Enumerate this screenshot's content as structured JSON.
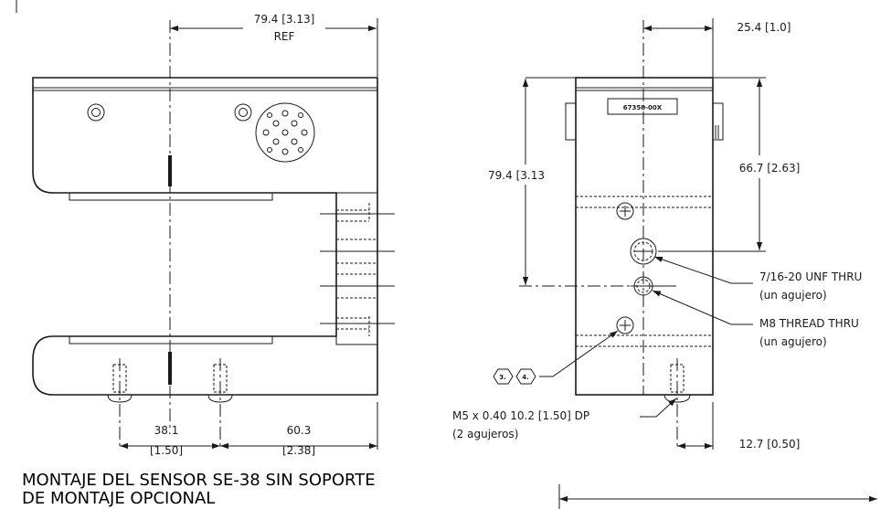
{
  "left_view": {
    "dim_width": "79.4 [3.13]",
    "dim_width_note": "REF",
    "dim_left_hole_a": "38.1",
    "dim_left_hole_b": "[1.50]",
    "dim_right_hole_a": "60.3",
    "dim_right_hole_b": "[2.38]"
  },
  "right_view": {
    "part_number": "67350-00X",
    "dim_top_width": "25.4 [1.0]",
    "dim_height": "79.4 [3.13",
    "dim_hole_height": "66.7 [2.63]",
    "dim_bottom_offset": "12.7 [0.50]",
    "callout_unf_line1": "7/16-20 UNF THRU",
    "callout_unf_line2": "(un agujero)",
    "callout_m8_line1": "M8 THREAD THRU",
    "callout_m8_line2": "(un agujero)",
    "callout_m5_line1": "M5 x 0.40 10.2 [1.50] DP",
    "callout_m5_line2": "(2 agujeros)",
    "balloon_a": "3.",
    "balloon_b": "4."
  },
  "title": {
    "line1": "MONTAJE DEL SENSOR SE-38 SIN SOPORTE",
    "line2": "DE MONTAJE OPCIONAL"
  }
}
